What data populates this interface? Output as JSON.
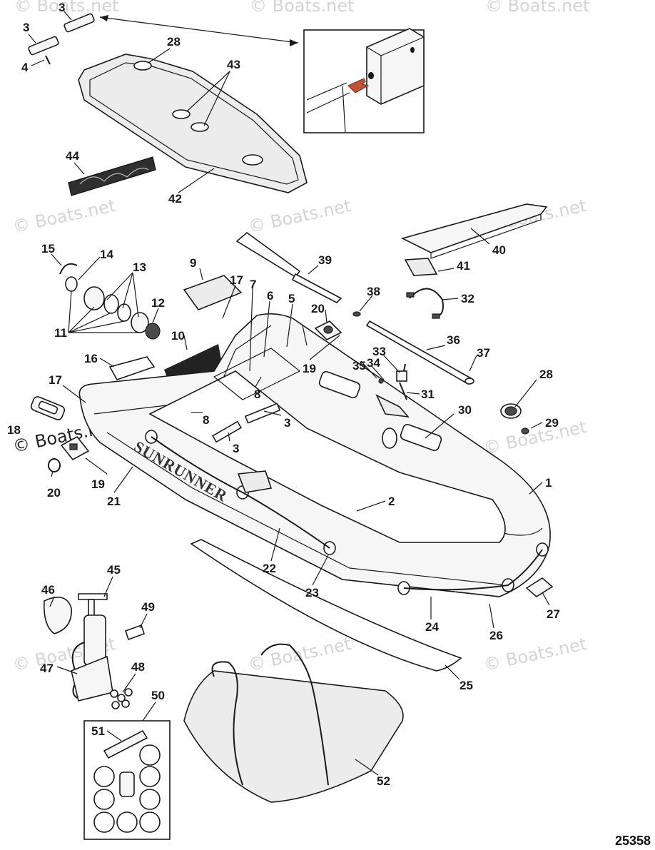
{
  "watermark": {
    "text": "© Boats.net",
    "prominent_text": "© Boats.net"
  },
  "brand_text": "SUNRUNNER",
  "figure_number": "25358",
  "parts": [
    {
      "id": "p1",
      "label": "1"
    },
    {
      "id": "p2",
      "label": "2"
    },
    {
      "id": "p3a",
      "label": "3"
    },
    {
      "id": "p3b",
      "label": "3"
    },
    {
      "id": "p3c",
      "label": "3"
    },
    {
      "id": "p3d",
      "label": "3"
    },
    {
      "id": "p4",
      "label": "4"
    },
    {
      "id": "p5",
      "label": "5"
    },
    {
      "id": "p6",
      "label": "6"
    },
    {
      "id": "p7",
      "label": "7"
    },
    {
      "id": "p8a",
      "label": "8"
    },
    {
      "id": "p8b",
      "label": "8"
    },
    {
      "id": "p9",
      "label": "9"
    },
    {
      "id": "p10",
      "label": "10"
    },
    {
      "id": "p11",
      "label": "11"
    },
    {
      "id": "p12",
      "label": "12"
    },
    {
      "id": "p13",
      "label": "13"
    },
    {
      "id": "p14",
      "label": "14"
    },
    {
      "id": "p15",
      "label": "15"
    },
    {
      "id": "p16",
      "label": "16"
    },
    {
      "id": "p17a",
      "label": "17"
    },
    {
      "id": "p17b",
      "label": "17"
    },
    {
      "id": "p18",
      "label": "18"
    },
    {
      "id": "p19a",
      "label": "19"
    },
    {
      "id": "p19b",
      "label": "19"
    },
    {
      "id": "p20a",
      "label": "20"
    },
    {
      "id": "p20b",
      "label": "20"
    },
    {
      "id": "p21",
      "label": "21"
    },
    {
      "id": "p22",
      "label": "22"
    },
    {
      "id": "p23",
      "label": "23"
    },
    {
      "id": "p24",
      "label": "24"
    },
    {
      "id": "p25",
      "label": "25"
    },
    {
      "id": "p26",
      "label": "26"
    },
    {
      "id": "p27",
      "label": "27"
    },
    {
      "id": "p28a",
      "label": "28"
    },
    {
      "id": "p28b",
      "label": "28"
    },
    {
      "id": "p29",
      "label": "29"
    },
    {
      "id": "p30",
      "label": "30"
    },
    {
      "id": "p31",
      "label": "31"
    },
    {
      "id": "p32",
      "label": "32"
    },
    {
      "id": "p33",
      "label": "33"
    },
    {
      "id": "p34",
      "label": "34"
    },
    {
      "id": "p35",
      "label": "35"
    },
    {
      "id": "p36",
      "label": "36"
    },
    {
      "id": "p37",
      "label": "37"
    },
    {
      "id": "p38",
      "label": "38"
    },
    {
      "id": "p39",
      "label": "39"
    },
    {
      "id": "p40",
      "label": "40"
    },
    {
      "id": "p41",
      "label": "41"
    },
    {
      "id": "p42",
      "label": "42"
    },
    {
      "id": "p43",
      "label": "43"
    },
    {
      "id": "p44",
      "label": "44"
    },
    {
      "id": "p45",
      "label": "45"
    },
    {
      "id": "p46",
      "label": "46"
    },
    {
      "id": "p47",
      "label": "47"
    },
    {
      "id": "p48",
      "label": "48"
    },
    {
      "id": "p49",
      "label": "49"
    },
    {
      "id": "p50",
      "label": "50"
    },
    {
      "id": "p51",
      "label": "51"
    },
    {
      "id": "p52",
      "label": "52"
    }
  ]
}
